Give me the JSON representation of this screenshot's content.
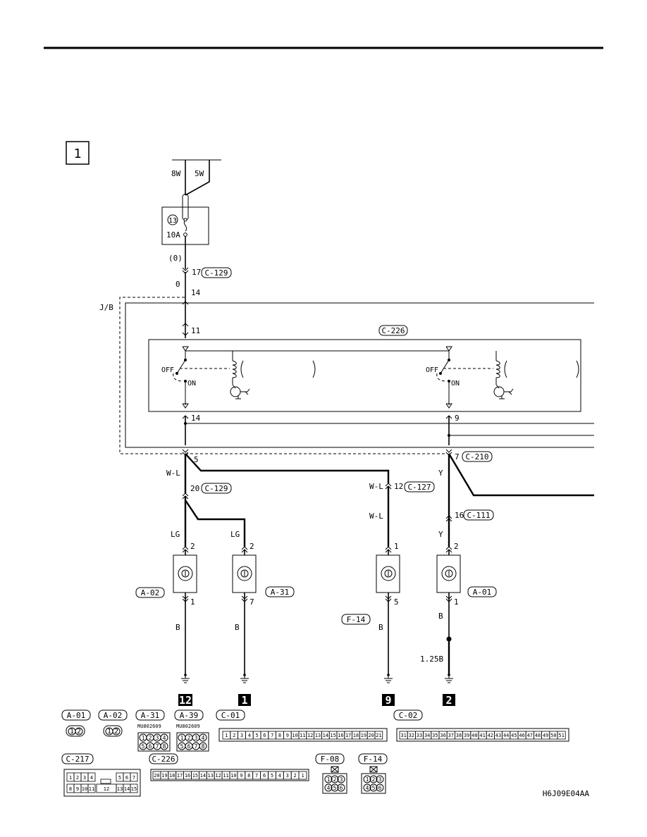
{
  "page": {
    "diagram_code": "H6J09E04AA",
    "section_number": "1"
  },
  "supply": {
    "wire_left": "8W",
    "wire_right": "5W",
    "fuse_number": "13",
    "fuse_rating": "10A",
    "wire_label": "(0)",
    "wire_color": "0",
    "pin_in": "17",
    "connector": "C-129"
  },
  "junction_block": {
    "label": "J/B",
    "pin_top": "14",
    "relay_connector": "C-226",
    "relay_pin_in": "11",
    "relay_left": {
      "off_label": "OFF",
      "on_label": "ON",
      "pin_out": "14"
    },
    "relay_right": {
      "off_label": "OFF",
      "on_label": "ON",
      "pin_out": "9"
    }
  },
  "circuits": {
    "left_junction": {
      "pin": "5",
      "wire": "W-L"
    },
    "right_junction": {
      "pin": "7",
      "connector": "C-210",
      "wire": "Y"
    },
    "c129_split": {
      "pin": "20",
      "connector": "C-129"
    },
    "c127": {
      "wire_a": "W-L",
      "pin": "12",
      "connector": "C-127",
      "wire_b": "W-L"
    },
    "c111": {
      "pin": "16",
      "connector": "C-111",
      "wire": "Y"
    }
  },
  "lamps": [
    {
      "connector": "A-02",
      "wire_in": "LG",
      "pin_in": "2",
      "pin_out": "1",
      "wire_out": "B",
      "ground": "12"
    },
    {
      "connector": "A-31",
      "wire_in": "LG",
      "pin_in": "2",
      "pin_out": "7",
      "wire_out": "B",
      "ground": "1"
    },
    {
      "connector": "F-14",
      "wire_in": "",
      "pin_in": "1",
      "pin_out": "5",
      "wire_out": "B",
      "ground": "9"
    },
    {
      "connector": "A-01",
      "wire_in": "Y",
      "pin_in": "2",
      "pin_out": "1",
      "wire_out": "B",
      "wire_out2": "1.25B",
      "ground": "2"
    }
  ],
  "connector_legend": {
    "row1": [
      {
        "name": "A-01"
      },
      {
        "name": "A-02"
      },
      {
        "name": "A-31",
        "part": "MU802609",
        "pins_top": [
          "1",
          "2",
          "3",
          "4"
        ],
        "pins_bottom": [
          "5",
          "6",
          "7",
          "8"
        ]
      },
      {
        "name": "A-39",
        "part": "MU802609",
        "pins_top": [
          "1",
          "2",
          "3",
          "4"
        ],
        "pins_bottom": [
          "5",
          "6",
          "7",
          "8"
        ]
      },
      {
        "name": "C-01",
        "pins": [
          "1",
          "2",
          "3",
          "4",
          "5",
          "6",
          "7",
          "8",
          "9",
          "10",
          "11",
          "12",
          "13",
          "14",
          "15",
          "16",
          "17",
          "18",
          "19",
          "20",
          "21"
        ]
      },
      {
        "name": "C-02",
        "pins": [
          "31",
          "32",
          "33",
          "34",
          "35",
          "36",
          "37",
          "38",
          "39",
          "40",
          "41",
          "42",
          "43",
          "44",
          "45",
          "46",
          "47",
          "48",
          "49",
          "50",
          "51"
        ]
      }
    ],
    "row2": [
      {
        "name": "C-217",
        "pins_top": [
          "1",
          "2",
          "3",
          "4",
          "5",
          "6",
          "7"
        ],
        "pins_bottom": [
          "8",
          "9",
          "10",
          "11",
          "12",
          "13",
          "14",
          "15"
        ]
      },
      {
        "name": "C-226",
        "pins": [
          "20",
          "19",
          "18",
          "17",
          "16",
          "15",
          "14",
          "13",
          "12",
          "11",
          "10",
          "9",
          "8",
          "7",
          "6",
          "5",
          "4",
          "3",
          "2",
          "1"
        ]
      },
      {
        "name": "F-08",
        "pins_top": [
          "1",
          "2",
          "3"
        ],
        "pins_bottom": [
          "4",
          "5",
          "6"
        ]
      },
      {
        "name": "F-14",
        "pins_top": [
          "1",
          "2",
          "3"
        ],
        "pins_bottom": [
          "4",
          "5",
          "6"
        ]
      }
    ]
  }
}
